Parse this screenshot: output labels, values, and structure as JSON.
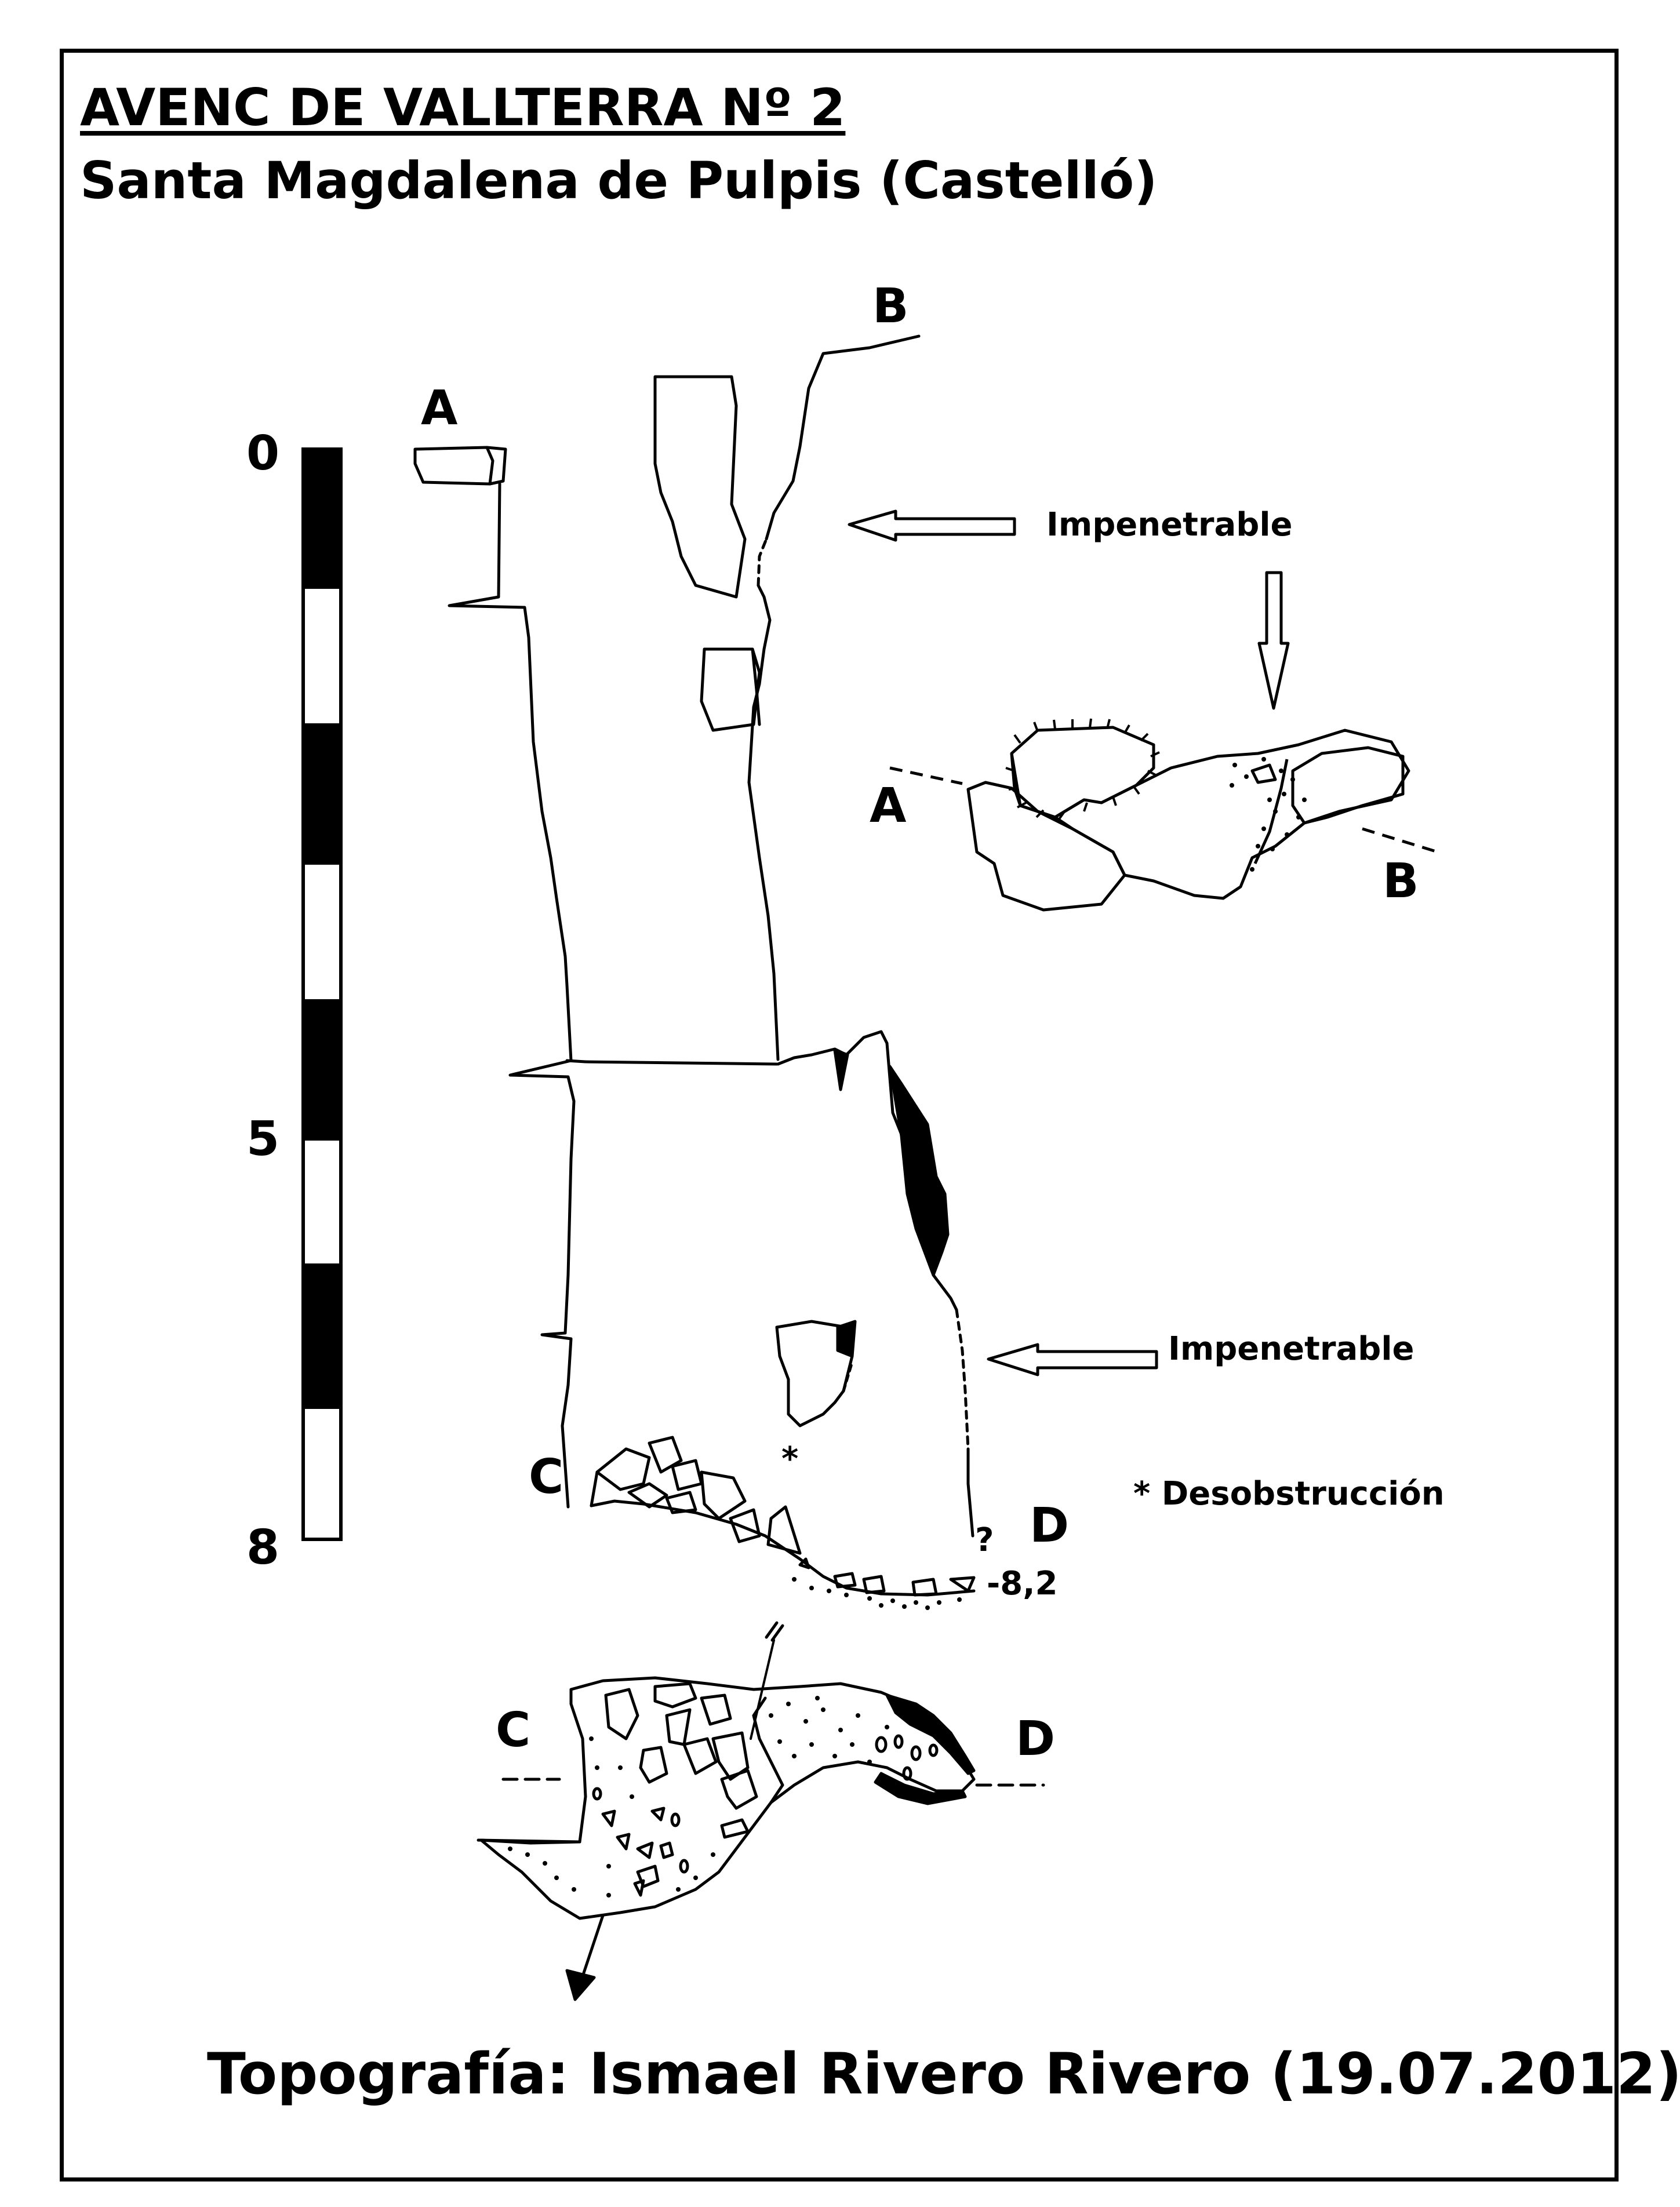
{
  "header": {
    "title": "AVENC DE VALLTERRA Nº 2",
    "subtitle": "Santa Magdalena de Pulpis (Castelló)"
  },
  "scale_bar": {
    "labels": [
      "0",
      "5",
      "8"
    ],
    "segment_colors": [
      "#000000",
      "#ffffff"
    ]
  },
  "profile": {
    "point_a": "A",
    "point_b": "B",
    "point_c": "C",
    "point_d": "D",
    "question_mark": "?",
    "depth_label": "-8,2",
    "asterisk": "*"
  },
  "section_ab": {
    "point_a": "A",
    "point_b": "B"
  },
  "plan_cd": {
    "point_c": "C",
    "point_d": "D"
  },
  "annotations": {
    "impenetrable_top": "Impenetrable",
    "impenetrable_bottom": "Impenetrable",
    "legend_desobstruccion": "* Desobstrucción"
  },
  "footer": {
    "credit": "Topografía: Ismael Rivero Rivero (19.07.2012)"
  }
}
